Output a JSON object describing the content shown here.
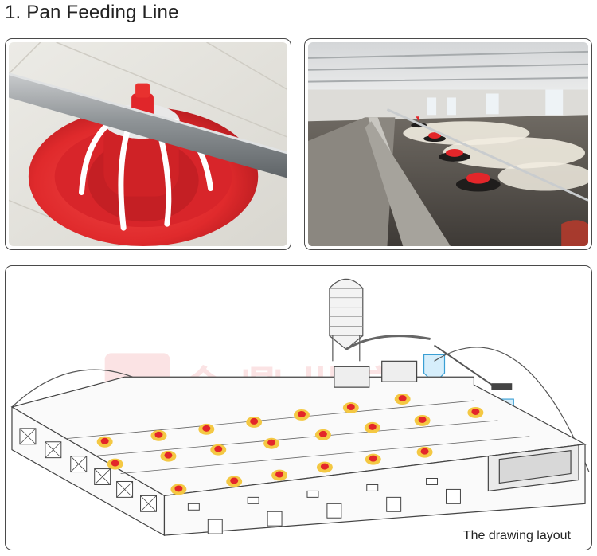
{
  "page": {
    "title": "1. Pan Feeding Line"
  },
  "photos": [
    {
      "icon": "red-feeder-pan-photo"
    },
    {
      "icon": "poultry-house-interior-photo"
    }
  ],
  "drawing": {
    "icon": "poultry-house-line-drawing",
    "caption": "The drawing layout",
    "watermark": "JCJX GOLDENEST"
  },
  "colors": {
    "feeder_red": "#e3262a",
    "pan_yellow": "#f4c843",
    "hopper_blue": "#58b9e6",
    "frame": "#4a4a4a"
  }
}
